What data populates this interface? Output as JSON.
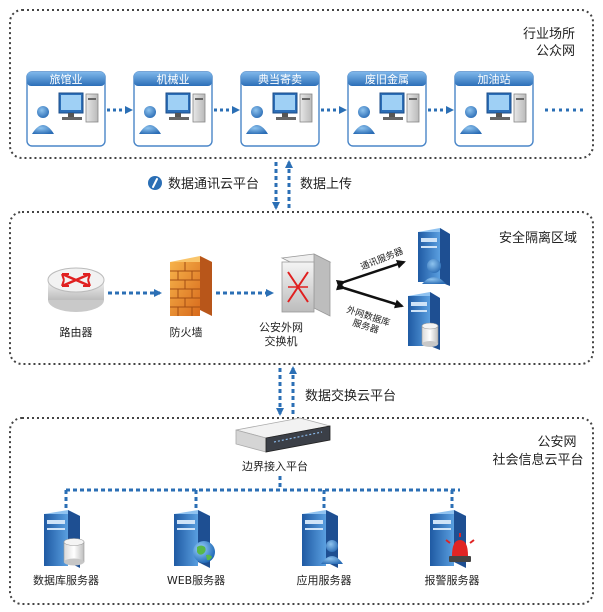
{
  "zones": {
    "industry": {
      "line1": "行业场所",
      "line2": "公众网"
    },
    "isolation": {
      "title": "安全隔离区域"
    },
    "police": {
      "line1": "公安网",
      "line2": "社会信息云平台"
    }
  },
  "industry_sites": [
    {
      "label": "旅馆业"
    },
    {
      "label": "机械业"
    },
    {
      "label": "典当寄卖"
    },
    {
      "label": "废旧金属"
    },
    {
      "label": "加油站"
    }
  ],
  "links_top": {
    "left": "数据通讯云平台",
    "right": "数据上传"
  },
  "isolation_nodes": {
    "router": "路由器",
    "firewall": "防火墙",
    "switch_line1": "公安外网",
    "switch_line2": "交换机",
    "comm_server": "通讯服务器",
    "db_line1": "外网数据库",
    "db_line2": "服务器"
  },
  "links_mid": {
    "label": "数据交换云平台"
  },
  "edge_platform": {
    "label": "边界接入平台"
  },
  "servers": [
    {
      "label": "数据库服务器"
    },
    {
      "label": "WEB服务器"
    },
    {
      "label": "应用服务器"
    },
    {
      "label": "报警服务器"
    }
  ],
  "colors": {
    "accent": "#2f78c4",
    "arrow": "#2b6fb5",
    "border": "#444444"
  }
}
